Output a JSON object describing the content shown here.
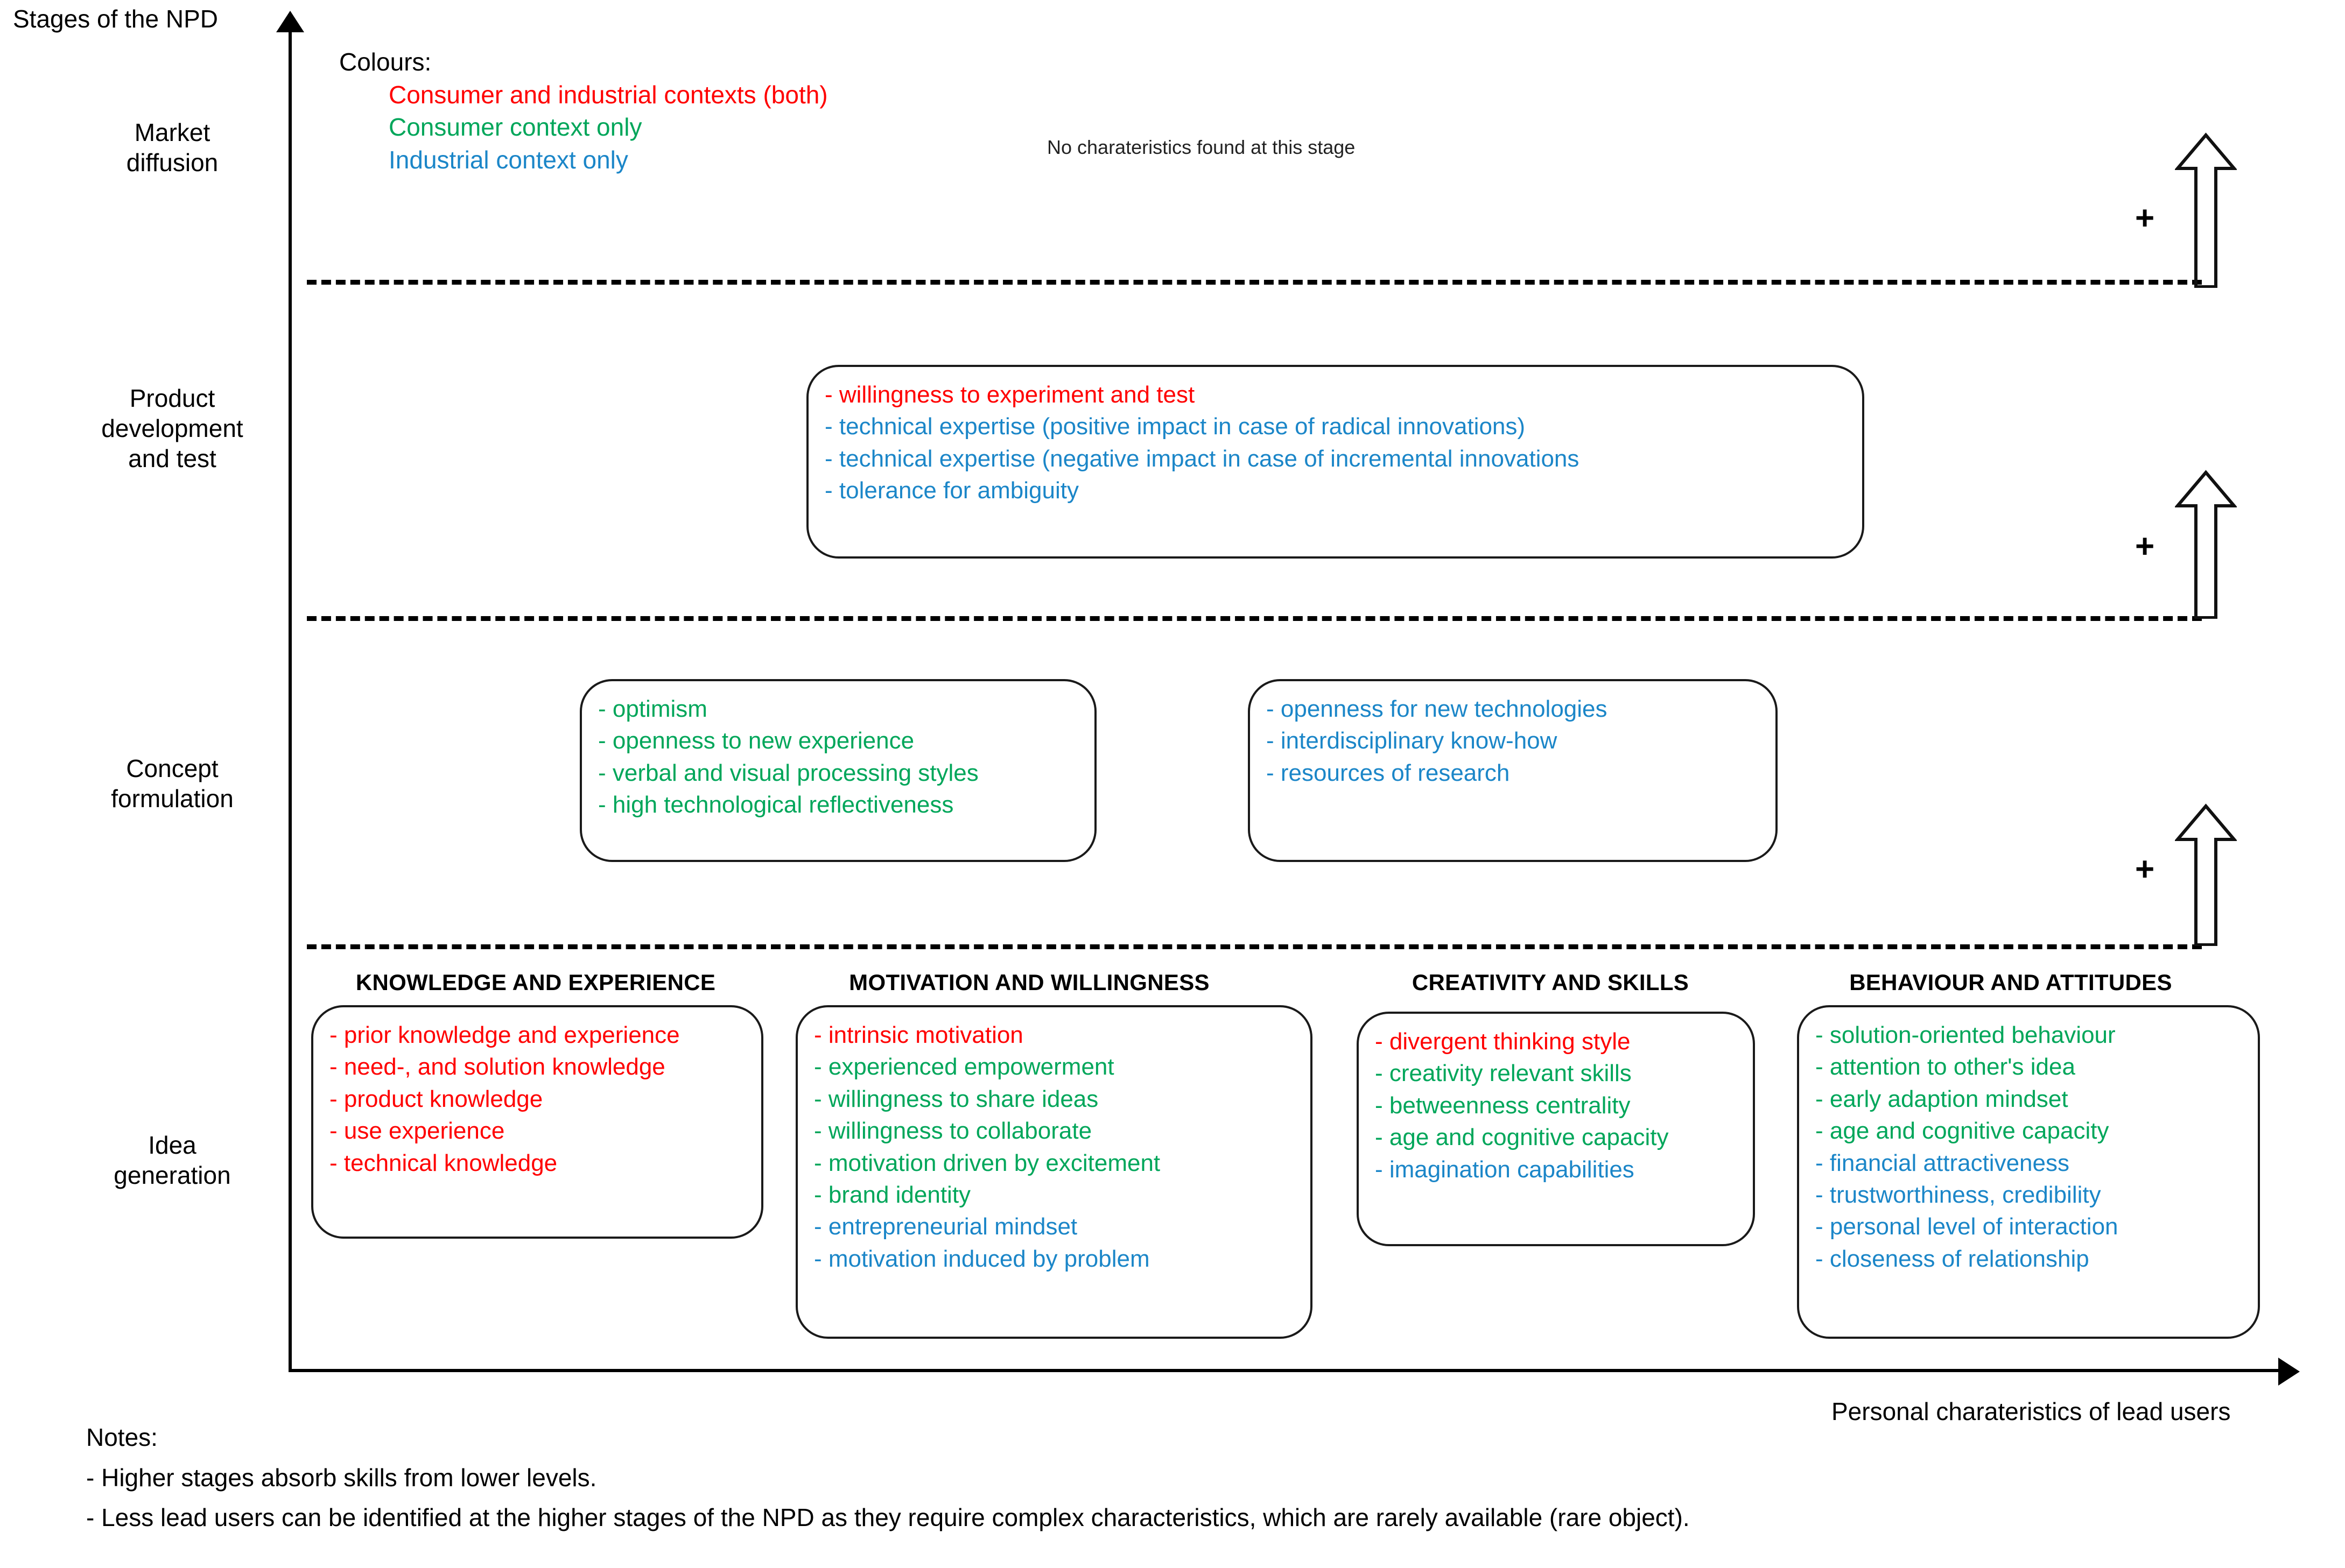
{
  "axes": {
    "y_label": "Stages of the NPD",
    "x_label": "Personal charateristics of lead users"
  },
  "legend": {
    "title": "Colours:",
    "items": [
      {
        "label": "Consumer and industrial contexts (both)",
        "color": "#FF0000",
        "key": "both"
      },
      {
        "label": "Consumer context only",
        "color": "#00A65A",
        "key": "consumer"
      },
      {
        "label": "Industrial context only",
        "color": "#1B86C8",
        "key": "industrial"
      }
    ]
  },
  "stages": [
    {
      "label": "Market\ndiffusion",
      "line1": "Market",
      "line2": "diffusion"
    },
    {
      "label": "Product development and test",
      "line1": "Product",
      "line2": "development",
      "line3": "and test"
    },
    {
      "label": "Concept formulation",
      "line1": "Concept",
      "line2": "formulation"
    },
    {
      "label": "Idea generation",
      "line1": "Idea",
      "line2": "generation"
    }
  ],
  "market_diffusion": {
    "empty_note": "No charateristics found at this stage"
  },
  "product_development": {
    "items": [
      {
        "text": "- willingness to experiment and test",
        "color": "both"
      },
      {
        "text": "- technical expertise (positive impact in case of radical innovations)",
        "color": "industrial"
      },
      {
        "text": "- technical expertise (negative impact in case of incremental innovations",
        "color": "industrial"
      },
      {
        "text": "- tolerance for ambiguity",
        "color": "industrial"
      }
    ]
  },
  "concept_formulation": {
    "box_left": [
      {
        "text": "- optimism",
        "color": "consumer"
      },
      {
        "text": "- openness to new experience",
        "color": "consumer"
      },
      {
        "text": "- verbal and visual processing styles",
        "color": "consumer"
      },
      {
        "text": "- high technological reflectiveness",
        "color": "consumer"
      }
    ],
    "box_right": [
      {
        "text": "- openness for new technologies",
        "color": "industrial"
      },
      {
        "text": "- interdisciplinary know-how",
        "color": "industrial"
      },
      {
        "text": "- resources of research",
        "color": "industrial"
      }
    ]
  },
  "idea_generation": {
    "columns": [
      {
        "header": "KNOWLEDGE AND EXPERIENCE",
        "items": [
          {
            "text": "- prior knowledge and experience",
            "color": "both"
          },
          {
            "text": "- need-, and solution knowledge",
            "color": "both"
          },
          {
            "text": "- product knowledge",
            "color": "both"
          },
          {
            "text": "- use experience",
            "color": "both"
          },
          {
            "text": "- technical knowledge",
            "color": "both"
          }
        ]
      },
      {
        "header": "MOTIVATION AND WILLINGNESS",
        "items": [
          {
            "text": "- intrinsic motivation",
            "color": "both"
          },
          {
            "text": "- experienced empowerment",
            "color": "consumer"
          },
          {
            "text": "- willingness to share ideas",
            "color": "consumer"
          },
          {
            "text": "- willingness to collaborate",
            "color": "consumer"
          },
          {
            "text": "- motivation driven by excitement",
            "color": "consumer"
          },
          {
            "text": "- brand identity",
            "color": "consumer"
          },
          {
            "text": "- entrepreneurial mindset",
            "color": "industrial"
          },
          {
            "text": "- motivation induced by problem",
            "color": "industrial"
          }
        ]
      },
      {
        "header": "CREATIVITY AND SKILLS",
        "items": [
          {
            "text": "- divergent thinking style",
            "color": "both"
          },
          {
            "text": "- creativity relevant skills",
            "color": "consumer"
          },
          {
            "text": "- betweenness centrality",
            "color": "consumer"
          },
          {
            "text": "- age and cognitive capacity",
            "color": "consumer"
          },
          {
            "text": "- imagination capabilities",
            "color": "industrial"
          }
        ]
      },
      {
        "header": "BEHAVIOUR AND ATTITUDES",
        "items": [
          {
            "text": "- solution-oriented behaviour",
            "color": "consumer"
          },
          {
            "text": "- attention to other's idea",
            "color": "consumer"
          },
          {
            "text": "- early adaption mindset",
            "color": "consumer"
          },
          {
            "text": "- age and cognitive capacity",
            "color": "consumer"
          },
          {
            "text": "- financial attractiveness",
            "color": "industrial"
          },
          {
            "text": "- trustworthiness, credibility",
            "color": "industrial"
          },
          {
            "text": "- personal level of interaction",
            "color": "industrial"
          },
          {
            "text": "- closeness of relationship",
            "color": "industrial"
          }
        ]
      }
    ]
  },
  "growth_markers": [
    {
      "symbol": "+",
      "icon": "up-arrow-icon"
    },
    {
      "symbol": "+",
      "icon": "up-arrow-icon"
    },
    {
      "symbol": "+",
      "icon": "up-arrow-icon"
    }
  ],
  "notes": {
    "title": "Notes:",
    "lines": [
      "- Higher stages absorb skills from lower levels.",
      "- Less lead users can be identified at the higher stages of the NPD as they require complex characteristics, which are rarely available (rare object)."
    ]
  }
}
